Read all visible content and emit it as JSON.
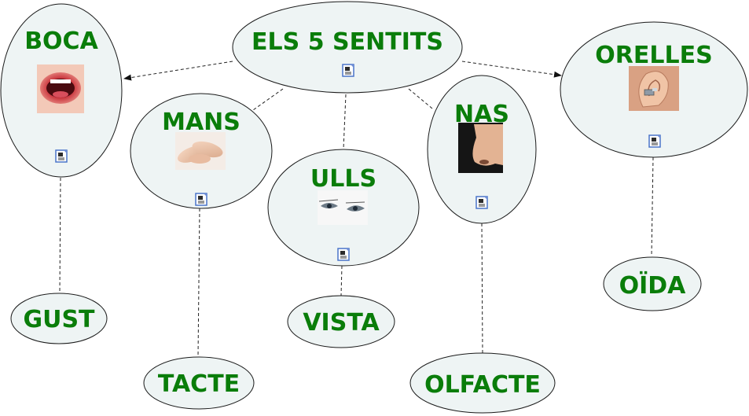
{
  "concept_map": {
    "root": {
      "id": "root",
      "label": "ELS 5 SENTITS"
    },
    "senses": [
      {
        "id": "boca",
        "label": "BOCA",
        "image": "mouth-photo",
        "leaf": "GUST"
      },
      {
        "id": "mans",
        "label": "MANS",
        "image": "hands-photo",
        "leaf": "TACTE"
      },
      {
        "id": "ulls",
        "label": "ULLS",
        "image": "eyes-photo",
        "leaf": "VISTA"
      },
      {
        "id": "nas",
        "label": "NAS",
        "image": "nose-photo",
        "leaf": "OLFACTE"
      },
      {
        "id": "orelles",
        "label": "ORELLES",
        "image": "ear-photo",
        "leaf": "OÏDA"
      }
    ],
    "colors": {
      "node_fill": "#eef4f4",
      "node_stroke": "#1a1a1a",
      "label": "#0a7d0a",
      "link": "#222222",
      "doc_icon_border": "#4a74c9"
    },
    "icons": {
      "resource": "document-icon"
    }
  }
}
